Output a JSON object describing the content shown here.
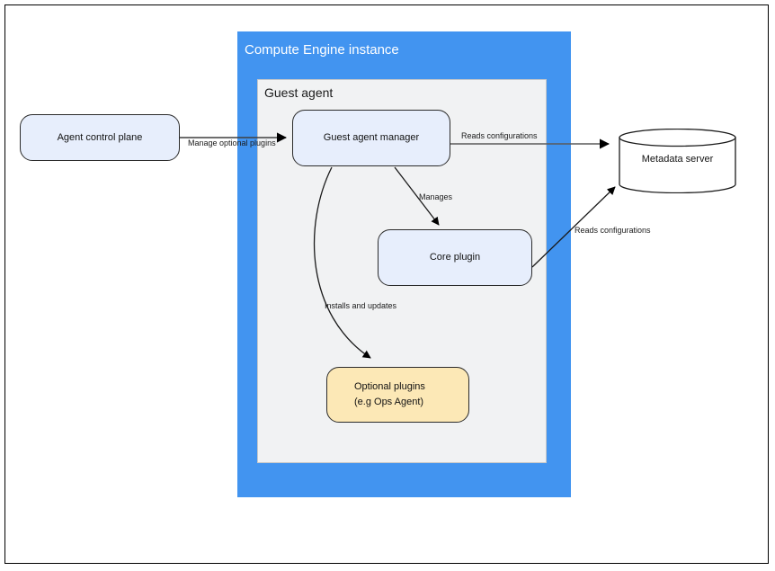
{
  "diagram": {
    "vm_panel": {
      "title": "Compute Engine instance",
      "color": "#4294f0"
    },
    "guest_panel": {
      "title": "Guest agent",
      "color": "#f1f2f3"
    },
    "nodes": [
      {
        "id": "agent-control-plane",
        "label": "Agent control plane",
        "fill": "#e7eefc",
        "shape": "rounded-rect"
      },
      {
        "id": "guest-agent-manager",
        "label": "Guest agent manager",
        "fill": "#e7eefc",
        "shape": "rounded-rect"
      },
      {
        "id": "core-plugin",
        "label": "Core plugin",
        "fill": "#e7eefc",
        "shape": "rounded-rect"
      },
      {
        "id": "optional-plugins",
        "label_line1": "Optional plugins",
        "label_line2": "(e.g  Ops Agent)",
        "fill": "#fce8b6",
        "shape": "rounded-rect"
      },
      {
        "id": "metadata-server",
        "label": "Metadata server",
        "fill": "#ffffff",
        "shape": "cylinder"
      }
    ],
    "edges": [
      {
        "id": "manage-optional-plugins",
        "label": "Manage optional plugins",
        "from": "agent-control-plane",
        "to": "guest-agent-manager"
      },
      {
        "id": "reads-configurations-top",
        "label": "Reads configurations",
        "from": "guest-agent-manager",
        "to": "metadata-server"
      },
      {
        "id": "manages",
        "label": "Manages",
        "from": "guest-agent-manager",
        "to": "core-plugin"
      },
      {
        "id": "installs-and-updates",
        "label": "Installs and updates",
        "from": "guest-agent-manager",
        "to": "optional-plugins"
      },
      {
        "id": "reads-configurations-bottom",
        "label": "Reads configurations",
        "from": "core-plugin",
        "to": "metadata-server"
      }
    ]
  }
}
